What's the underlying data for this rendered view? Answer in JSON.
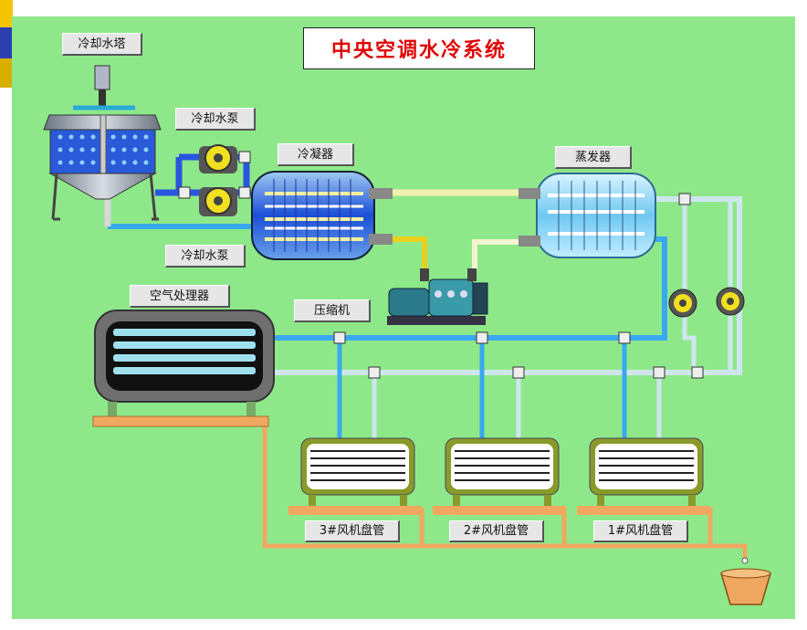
{
  "title": "中央空调水冷系统",
  "labels": {
    "cooling_tower": "冷却水塔",
    "cooling_pump_top": "冷却水泵",
    "condenser": "冷凝器",
    "evaporator": "蒸发器",
    "cooling_pump_bottom": "冷却水泵",
    "air_handler": "空气处理器",
    "compressor": "压缩机",
    "fan_coil_3": "3#风机盘管",
    "fan_coil_2": "2#风机盘管",
    "fan_coil_1": "1#风机盘管"
  },
  "colors": {
    "background": "#8ee88a",
    "title_text": "#e00000",
    "chilled_pipe": "#3aa8f0",
    "cooling_pipe": "#2a55e0",
    "refrigerant_pipe": "#f0f0b0",
    "drain_pipe": "#f0a860",
    "tank_blue": "#1a4fd8",
    "equipment_frame": "#777777"
  }
}
